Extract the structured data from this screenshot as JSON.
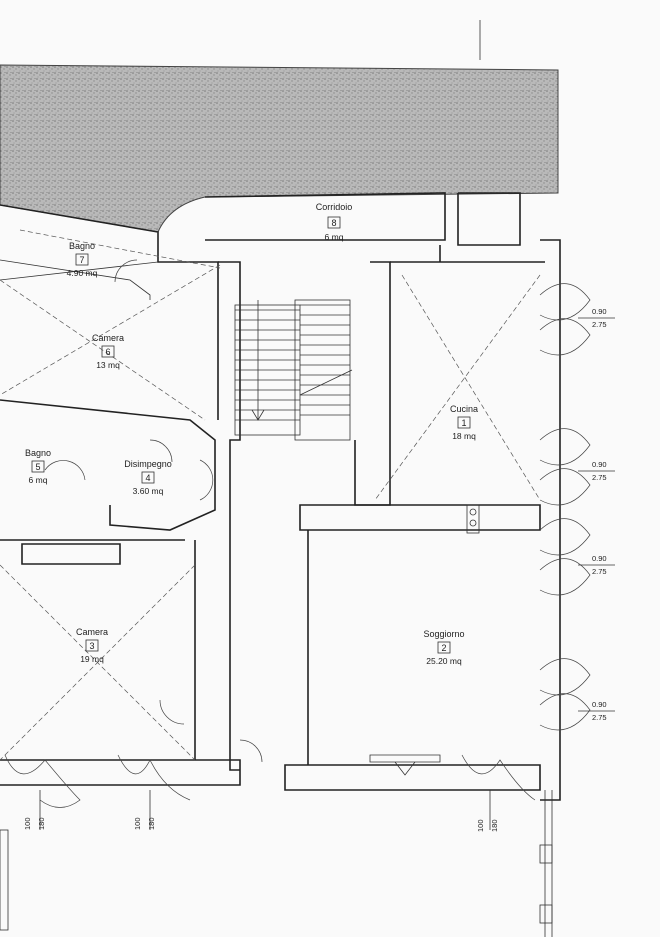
{
  "rooms": [
    {
      "id": "corridoio",
      "name": "Corridoio",
      "number": "8",
      "area": "6 mq"
    },
    {
      "id": "bagno-7",
      "name": "Bagno",
      "number": "7",
      "area": "4.90 mq"
    },
    {
      "id": "camera-6",
      "name": "Camera",
      "number": "6",
      "area": "13 mq"
    },
    {
      "id": "cucina",
      "name": "Cucina",
      "number": "1",
      "area": "18 mq"
    },
    {
      "id": "bagno-5",
      "name": "Bagno",
      "number": "5",
      "area": "6 mq"
    },
    {
      "id": "disimpegno",
      "name": "Disimpegno",
      "number": "4",
      "area": "3.60 mq"
    },
    {
      "id": "camera-3",
      "name": "Camera",
      "number": "3",
      "area": "19 mq"
    },
    {
      "id": "soggiorno",
      "name": "Soggiorno",
      "number": "2",
      "area": "25.20 mq"
    }
  ],
  "window_dimensions": [
    {
      "width": "0.90",
      "height": "2.75"
    },
    {
      "width": "0.90",
      "height": "2.75"
    },
    {
      "width": "0.90",
      "height": "2.75"
    },
    {
      "width": "0.90",
      "height": "2.75"
    }
  ],
  "bottom_dimensions": [
    {
      "a": "100",
      "b": "180"
    },
    {
      "a": "100",
      "b": "180"
    },
    {
      "a": "100",
      "b": "180"
    }
  ]
}
